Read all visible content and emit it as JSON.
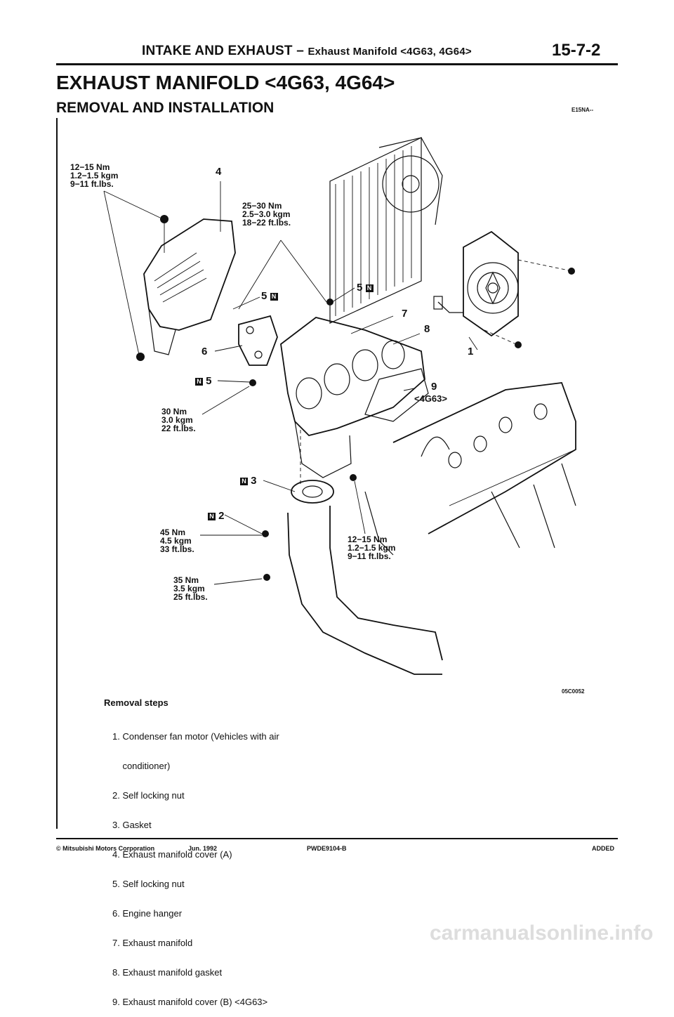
{
  "header": {
    "section": "INTAKE AND EXHAUST – ",
    "subsection": "Exhaust Manifold <4G63, 4G64>",
    "page_number": "15-7-2"
  },
  "title": "EXHAUST MANIFOLD <4G63, 4G64>",
  "subtitle": "REMOVAL AND INSTALLATION",
  "section_code": "E15NA--",
  "figure_code": "05C0052",
  "torque_specs": {
    "t1": "12−15 Nm\n1.2−1.5 kgm\n9−11 ft.lbs.",
    "t2": "25−30 Nm\n2.5−3.0 kgm\n18−22 ft.lbs.",
    "t3": "30 Nm\n3.0 kgm\n22 ft.lbs.",
    "t4": "45 Nm\n4.5 kgm\n33 ft.lbs.",
    "t5": "12−15 Nm\n1.2−1.5 kgm\n9−11 ft.lbs.",
    "t6": "35 Nm\n3.5 kgm\n25 ft.lbs."
  },
  "callouts": {
    "c4": "4",
    "c5a": "5",
    "c5b": "5",
    "c5c": "5",
    "c6": "6",
    "c7": "7",
    "c8": "8",
    "c1": "1",
    "c9": "9",
    "c9_note": "<4G63>",
    "c3": "3",
    "c2": "2",
    "new_part_mark": "N"
  },
  "removal_steps": {
    "heading": "Removal steps",
    "items": [
      "1. Condenser fan motor (Vehicles with air",
      "    conditioner)",
      "2. Self locking nut",
      "3. Gasket",
      "4. Exhaust manifold cover (A)",
      "5. Self locking nut",
      "6. Engine hanger",
      "7. Exhaust manifold",
      "8. Exhaust manifold gasket",
      "9. Exhaust manifold cover (B) <4G63>"
    ]
  },
  "footer": {
    "copyright": "© Mitsubishi Motors Corporation",
    "date": "Jun. 1992",
    "doc_code": "PWDE9104-B",
    "status": "ADDED"
  },
  "watermark": "carmanualsonline.info"
}
